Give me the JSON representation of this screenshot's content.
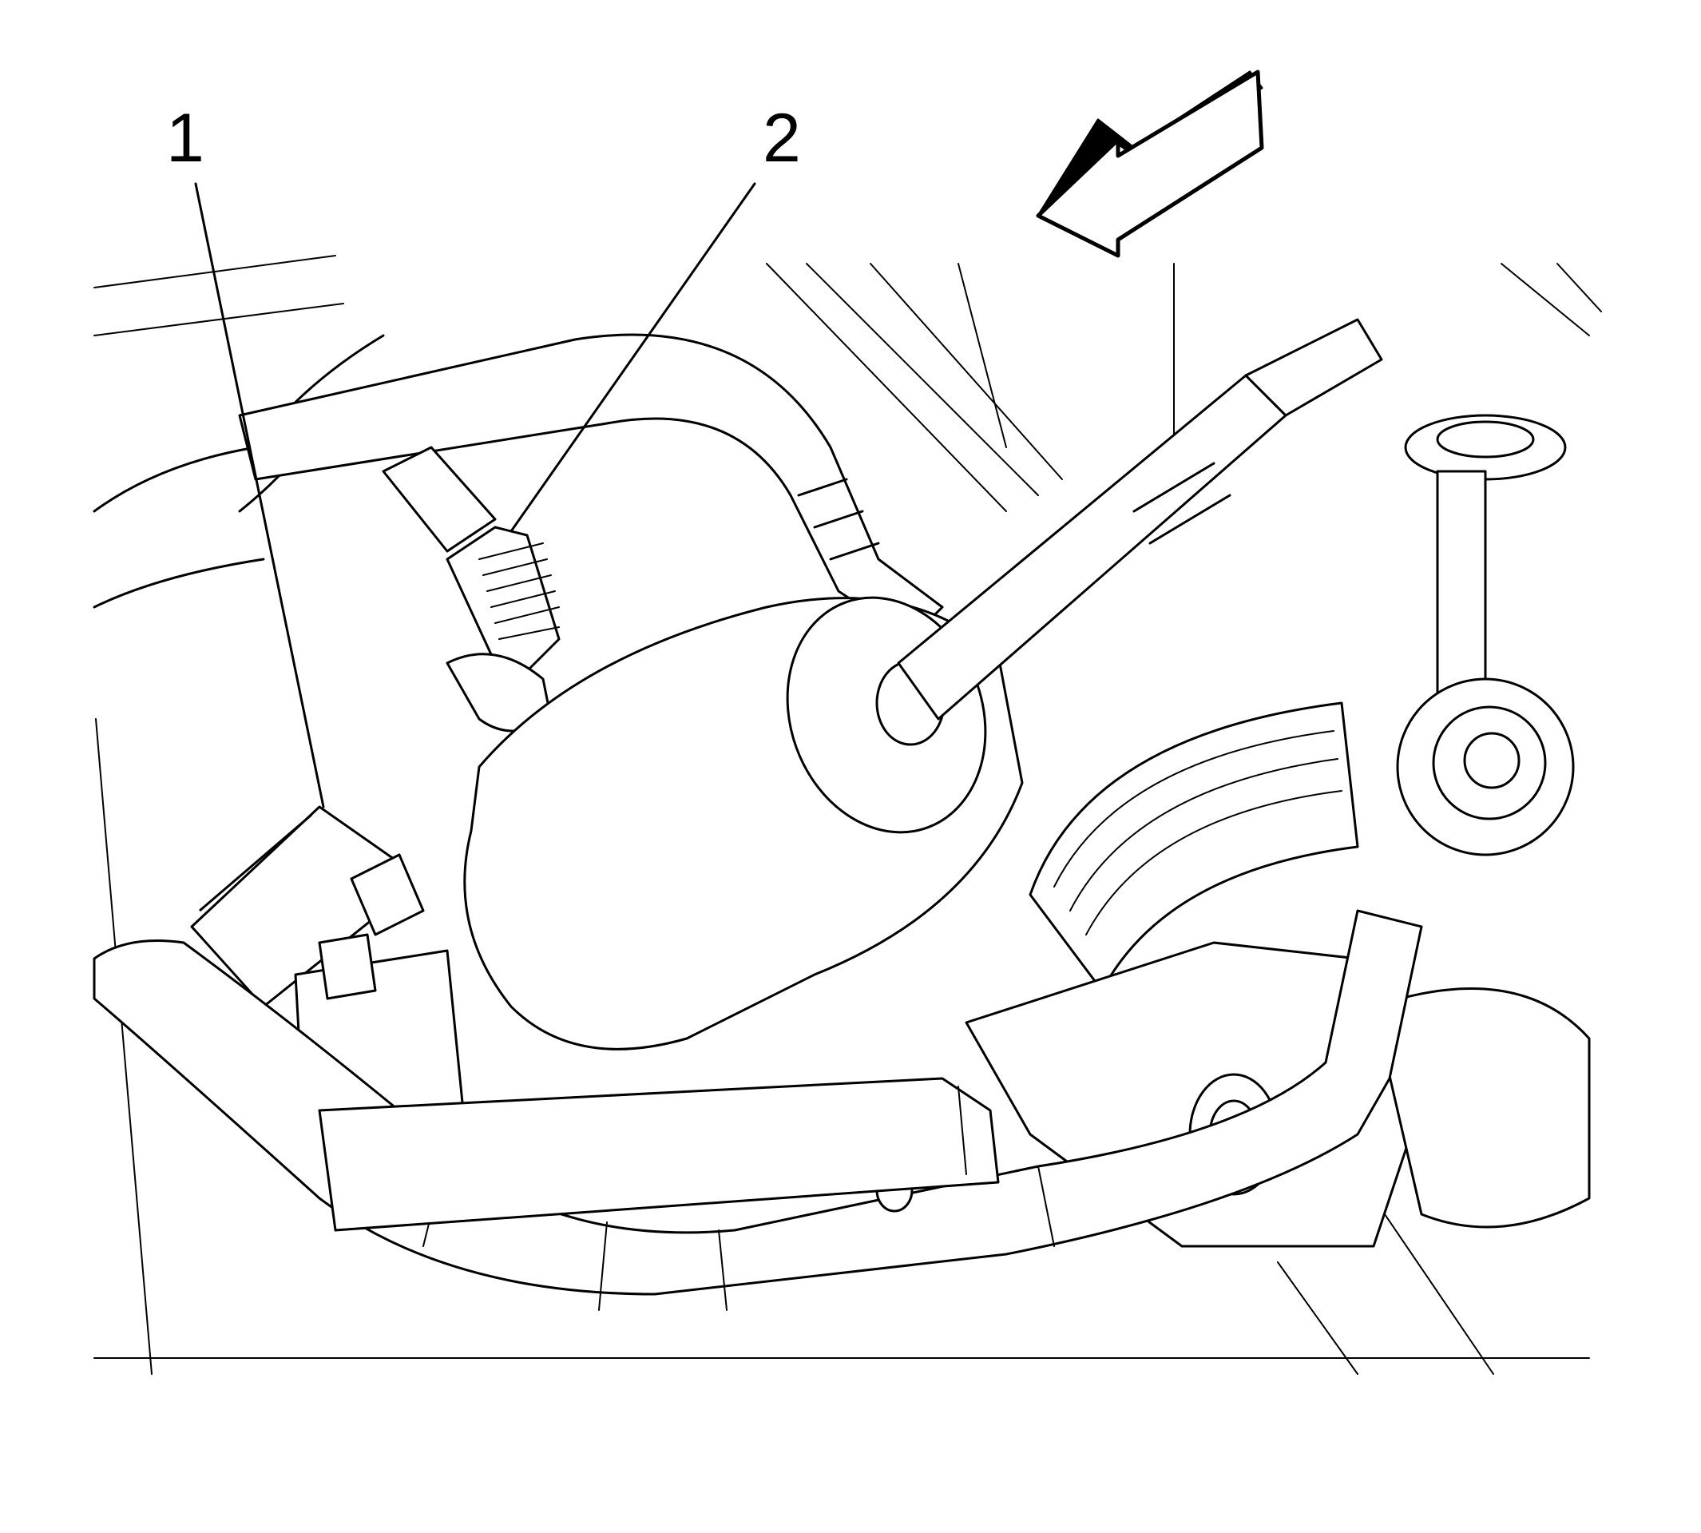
{
  "figure": {
    "callouts": [
      {
        "id": "1",
        "label": "1"
      },
      {
        "id": "2",
        "label": "2"
      }
    ],
    "direction_arrow": {
      "icon": "direction-arrow-icon",
      "points": "forward-left"
    },
    "colors": {
      "line": "#000000",
      "background": "#ffffff"
    }
  }
}
